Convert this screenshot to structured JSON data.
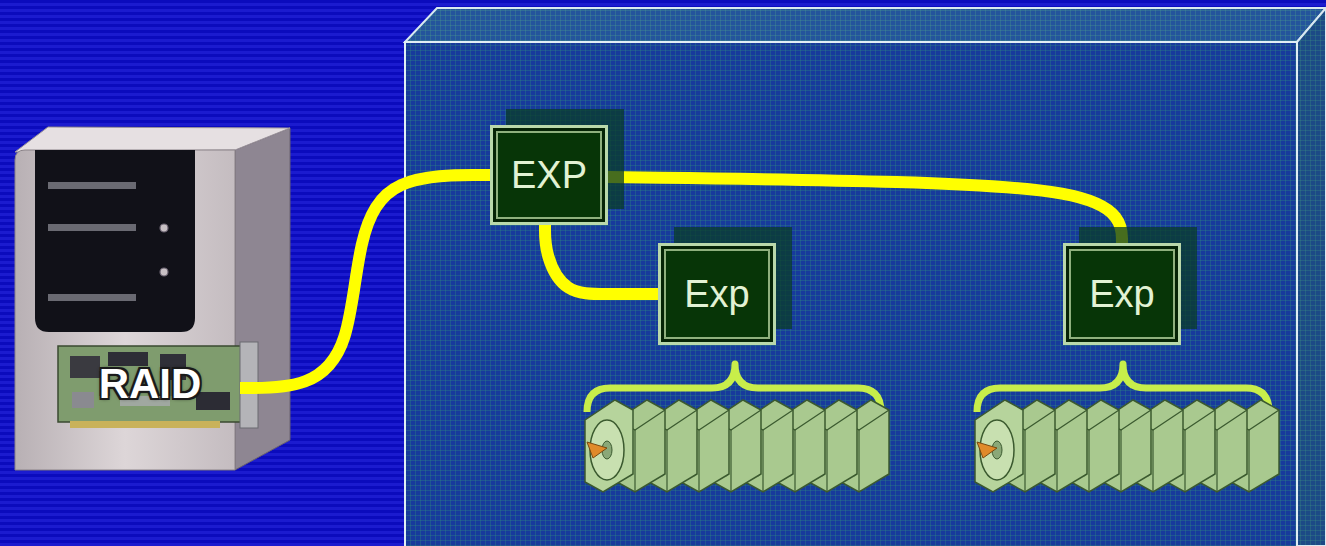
{
  "diagram": {
    "nodes": [
      {
        "text": [
          "RAID"
        ]
      },
      {
        "text": [
          "EXP"
        ]
      },
      {
        "text": [
          "Exp"
        ]
      },
      {
        "text": [
          "Exp"
        ]
      }
    ],
    "edges": [
      {
        "from": 0,
        "to": 1,
        "arrow": "none"
      },
      {
        "from": 1,
        "to": 2,
        "arrow": "none"
      },
      {
        "from": 1,
        "to": 3,
        "arrow": "none"
      }
    ]
  }
}
